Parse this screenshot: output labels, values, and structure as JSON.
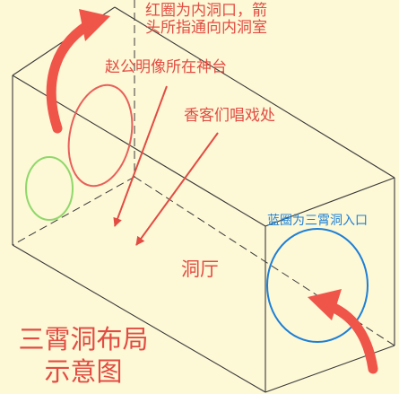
{
  "labels": {
    "note": "红圈为内洞口，箭\n头所指通向内洞室",
    "shrine": "赵公明像所在神台",
    "guests": "香客们唱戏处",
    "blue_circle": "蓝圈为三霄洞入口",
    "hall": "洞厅",
    "title": "三霄洞布局\n示意图"
  },
  "colors": {
    "background": "#fdf8d6",
    "lines": "#3a3a3a",
    "annotation_red": "#e24c43",
    "arrow_red": "#f0554a",
    "green_circle": "#8fd86a",
    "blue_circle": "#1e7fd6"
  }
}
